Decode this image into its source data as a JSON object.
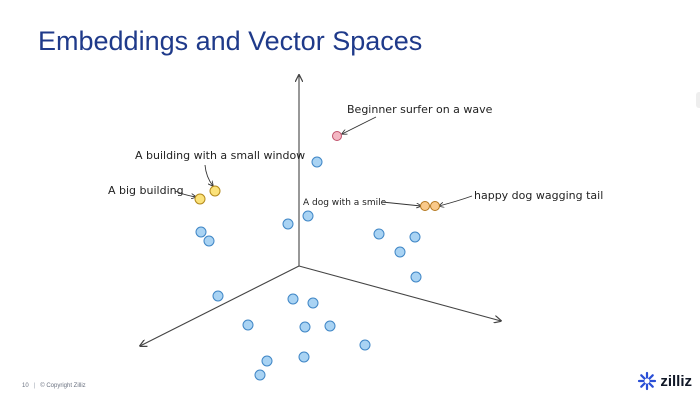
{
  "slide": {
    "title": "Embeddings and Vector Spaces"
  },
  "annotations": {
    "surfer": "Beginner surfer on a wave",
    "small_window": "A building with a small window",
    "big_building": "A big building",
    "dog_smile": "A dog with a smile",
    "happy_dog": "happy dog wagging tail"
  },
  "footer": {
    "page_number": "10",
    "copyright": "© Copyright Zilliz"
  },
  "logo": {
    "text": "zilliz",
    "icon": "zilliz-star-icon"
  },
  "colors": {
    "title": "#1f3a8a",
    "blue_point_fill": "#a9d3f3",
    "blue_point_stroke": "#3f86c6",
    "yellow_point_fill": "#fbe27a",
    "yellow_point_stroke": "#b3891c",
    "orange_point_fill": "#f9c98a",
    "orange_point_stroke": "#b3761c",
    "pink_point_fill": "#f4b7c3",
    "pink_point_stroke": "#c0506a",
    "axis": "#444444",
    "logo_icon": "#2a4fd6"
  },
  "legend": {
    "point_kinds": [
      "blue",
      "yellow",
      "orange",
      "pink"
    ]
  }
}
